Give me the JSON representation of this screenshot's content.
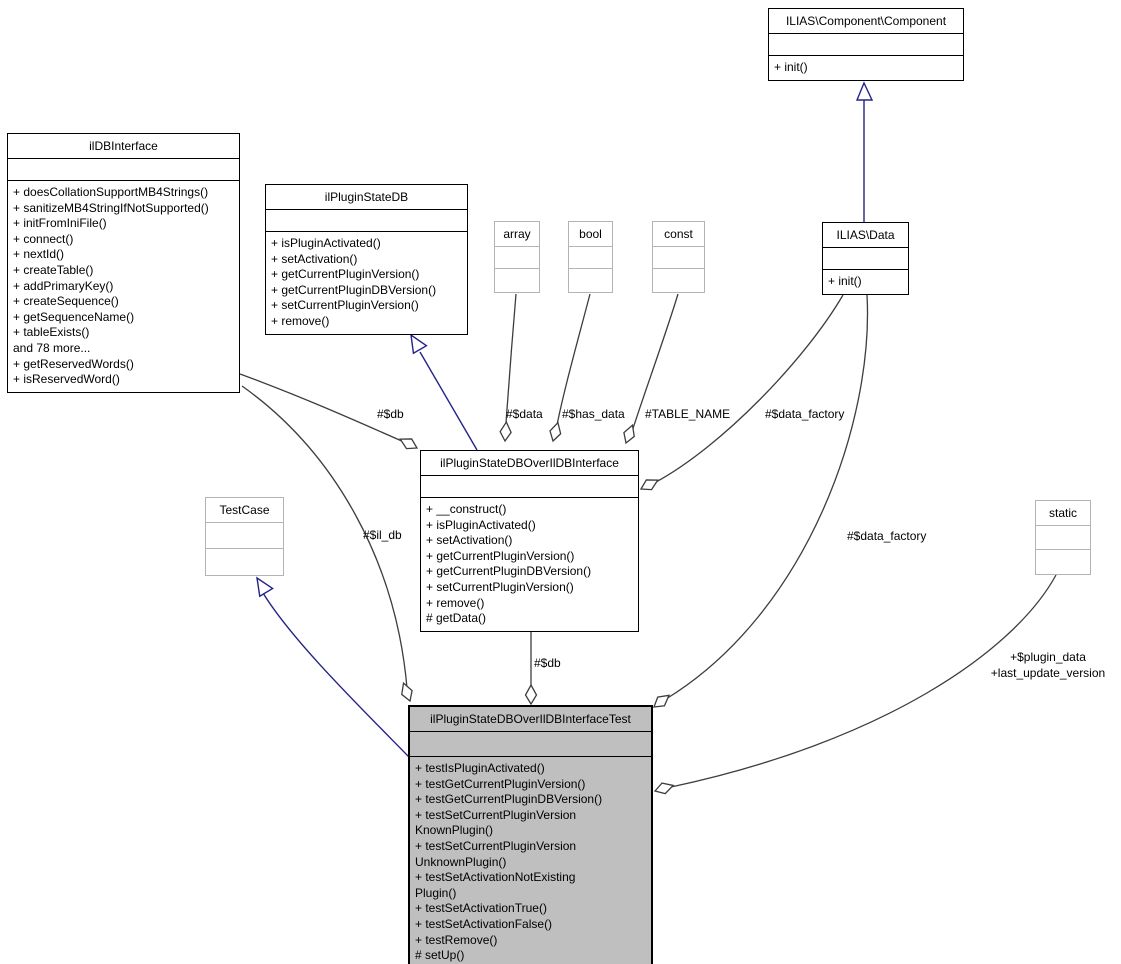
{
  "diagram": {
    "edge_color": "#3d3d3d",
    "inherit_color": "#232388",
    "subject_fill": "#bfbfbf"
  },
  "classes": {
    "component": {
      "title": "ILIAS\\Component\\Component",
      "methods": [
        "+ init()"
      ]
    },
    "ildbinterface": {
      "title": "ilDBInterface",
      "methods": [
        "+ doesCollationSupportMB4Strings()",
        "+ sanitizeMB4StringIfNotSupported()",
        "+ initFromIniFile()",
        "+ connect()",
        "+ nextId()",
        "+ createTable()",
        "+ addPrimaryKey()",
        "+ createSequence()",
        "+ getSequenceName()",
        "+ tableExists()",
        "and 78 more...",
        "+ getReservedWords()",
        "+ isReservedWord()"
      ]
    },
    "ilpluginstatedb": {
      "title": "ilPluginStateDB",
      "methods": [
        "+ isPluginActivated()",
        "+ setActivation()",
        "+ getCurrentPluginVersion()",
        "+ getCurrentPluginDBVersion()",
        "+ setCurrentPluginVersion()",
        "+ remove()"
      ]
    },
    "array": {
      "title": "array"
    },
    "bool": {
      "title": "bool"
    },
    "const": {
      "title": "const"
    },
    "iliasdata": {
      "title": "ILIAS\\Data",
      "methods": [
        "+ init()"
      ]
    },
    "testcase": {
      "title": "TestCase"
    },
    "static": {
      "title": "static"
    },
    "central": {
      "title": "ilPluginStateDBOverIlDBInterface",
      "methods": [
        "+ __construct()",
        "+ isPluginActivated()",
        "+ setActivation()",
        "+ getCurrentPluginVersion()",
        "+ getCurrentPluginDBVersion()",
        "+ setCurrentPluginVersion()",
        "+ remove()",
        "# getData()"
      ]
    },
    "test": {
      "title": "ilPluginStateDBOverIlDBInterfaceTest",
      "methods": [
        "+ testIsPluginActivated()",
        "+ testGetCurrentPluginVersion()",
        "+ testGetCurrentPluginDBVersion()",
        "+ testSetCurrentPluginVersion",
        "KnownPlugin()",
        "+ testSetCurrentPluginVersion",
        "UnknownPlugin()",
        "+ testSetActivationNotExisting",
        "Plugin()",
        "+ testSetActivationTrue()",
        "+ testSetActivationFalse()",
        "+ testRemove()",
        "# setUp()"
      ]
    }
  },
  "edge_labels": {
    "db_left": "#$db",
    "data": "#$data",
    "has_data": "#$has_data",
    "table_name": "#TABLE_NAME",
    "data_factory_top": "#$data_factory",
    "il_db": "#$il_db",
    "data_factory_right": "#$data_factory",
    "db_mid": "#$db",
    "plugin_data": "+$plugin_data",
    "last_update_version": "+last_update_version"
  }
}
